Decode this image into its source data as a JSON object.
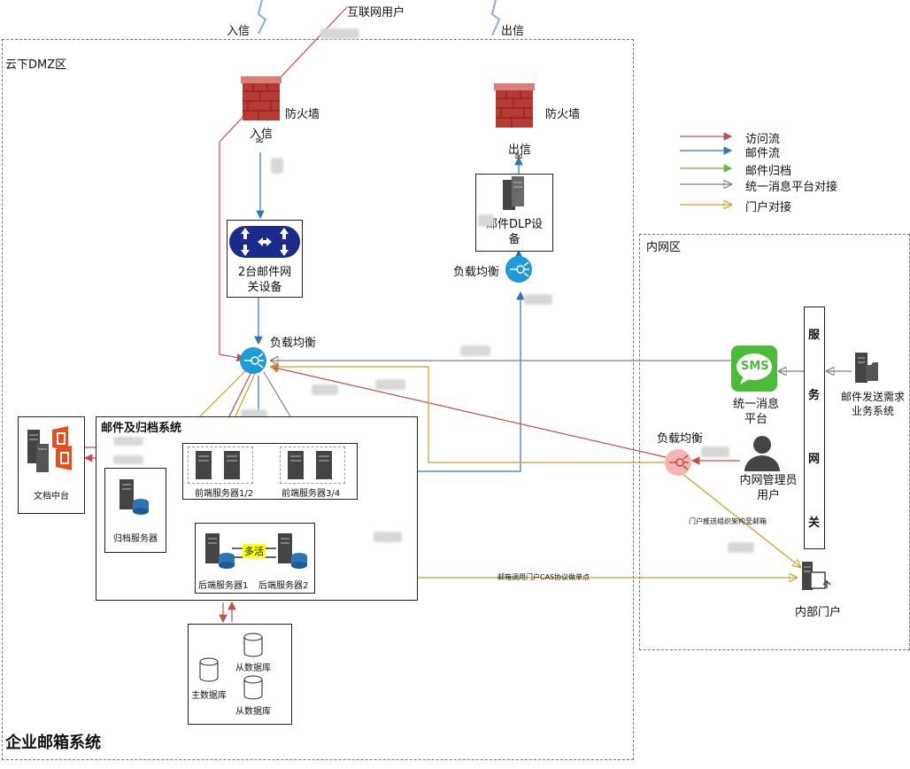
{
  "diagram": {
    "title": "企业邮箱系统",
    "internet_users": "互联网用户",
    "inbound_top": "入信",
    "outbound_top": "出信",
    "dmz_zone": "云下DMZ区",
    "intranet_zone": "内网区",
    "firewall_in": {
      "label": "防火墙",
      "sub": "入信"
    },
    "firewall_out": {
      "label": "防火墙",
      "sub": "出信"
    },
    "gateway": "2台邮件网关设备",
    "dlp": "邮件DLP设备",
    "lb_dlp": "负载均衡",
    "lb_main": "负载均衡",
    "lb_intranet": "负载均衡",
    "mail_archive_system": "邮件及归档系统",
    "doc_center": "文档中台",
    "frontend_12": "前端服务器1/2",
    "frontend_34": "前端服务器3/4",
    "archive_server": "归档服务器",
    "backend_1": "后端服务器1",
    "backend_2": "后端服务器2",
    "active_active": "多活",
    "master_db": "主数据库",
    "slave_db_1": "从数据库",
    "slave_db_2": "从数据库",
    "service_gateway": [
      "服",
      "务",
      "网",
      "关"
    ],
    "sms": {
      "icon_text": "SMS",
      "label": "统一消息平台"
    },
    "business_system": "邮件发送需求业务系统",
    "admin_user": "内网管理员用户",
    "internal_portal": "内部门户",
    "portal_push_note": "门户推送组织架构至邮箱",
    "cas_note": "邮箱调用门户CAS协议做单点"
  },
  "legend": [
    {
      "label": "访问流",
      "color": "#c0504d"
    },
    {
      "label": "邮件流",
      "color": "#2e75b6"
    },
    {
      "label": "邮件归档",
      "color": "#70ad47"
    },
    {
      "label": "统一消息平台对接",
      "color": "#7f7f7f"
    },
    {
      "label": "门户对接",
      "color": "#c9a227"
    }
  ]
}
